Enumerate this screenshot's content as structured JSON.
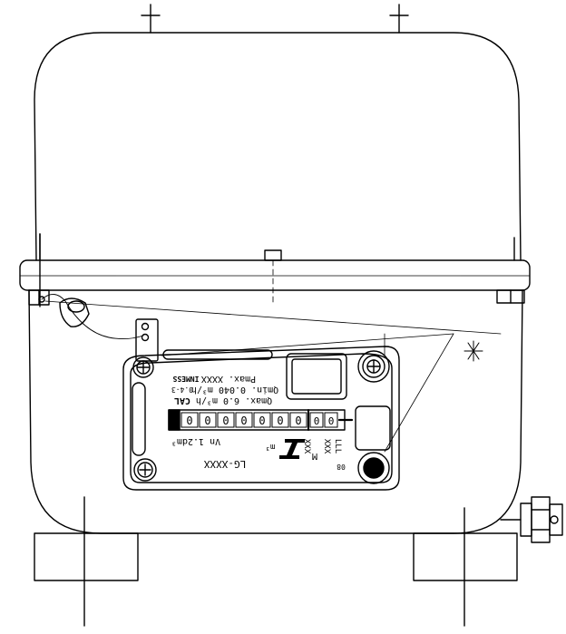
{
  "plate": {
    "header": "INMESS",
    "pmax": "Pmax. XXXX",
    "cert": "0.4-3",
    "qmin": "Qmin. 0.040 m³/h",
    "qmax": "Qmax. 6.0 m³/h",
    "brand_mark": "CAL",
    "vn": "Vn 1.2dm³",
    "unit": "m³",
    "model": "LG-XXXX",
    "serial_prefix": "M",
    "year_suffix": "08",
    "serial_lines": [
      "XXX",
      "XXX",
      "LLL"
    ],
    "counter_digits": [
      "0",
      "0",
      "0",
      "0",
      "0",
      "0",
      "0",
      "0",
      "0"
    ]
  },
  "colors": {
    "line": "#000000",
    "background": "#ffffff"
  }
}
